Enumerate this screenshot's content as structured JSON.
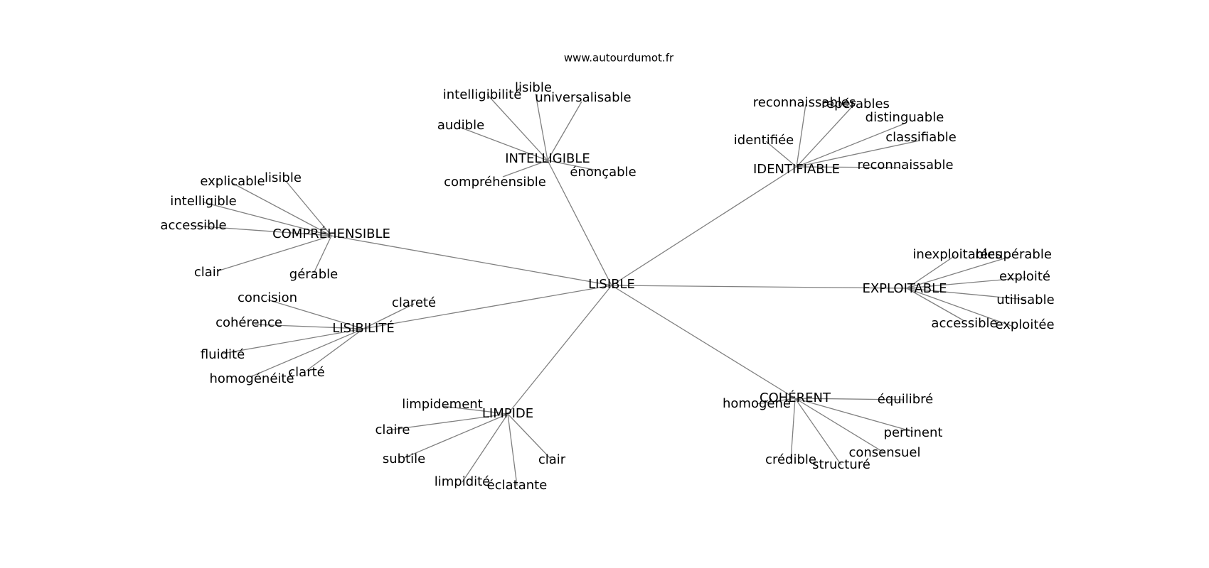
{
  "watermark": "www.autourdumot.fr",
  "center": "LISIBLE",
  "clusters": [
    {
      "label": "INTELLIGIBLE",
      "leaves": [
        "intelligibilité",
        "lisible",
        "universalisable",
        "audible",
        "énonçable",
        "compréhensible"
      ]
    },
    {
      "label": "IDENTIFIABLE",
      "leaves": [
        "reconnaissables",
        "repérables",
        "distinguable",
        "identifiée",
        "classifiable",
        "reconnaissable"
      ]
    },
    {
      "label": "COMPRÉHENSIBLE",
      "leaves": [
        "explicable",
        "lisible",
        "intelligible",
        "accessible",
        "clair",
        "gérable"
      ]
    },
    {
      "label": "EXPLOITABLE",
      "leaves": [
        "inexploitables",
        "récupérable",
        "exploité",
        "utilisable",
        "accessible",
        "exploitée"
      ]
    },
    {
      "label": "LISIBILITÉ",
      "leaves": [
        "concision",
        "clareté",
        "cohérence",
        "fluidité",
        "homogénéité",
        "clarté"
      ]
    },
    {
      "label": "LIMPIDE",
      "leaves": [
        "limpidement",
        "claire",
        "subtile",
        "limpidité",
        "éclatante",
        "clair"
      ]
    },
    {
      "label": "COHÉRENT",
      "leaves": [
        "homogène",
        "équilibré",
        "pertinent",
        "consensuel",
        "crédible",
        "structuré"
      ]
    }
  ]
}
